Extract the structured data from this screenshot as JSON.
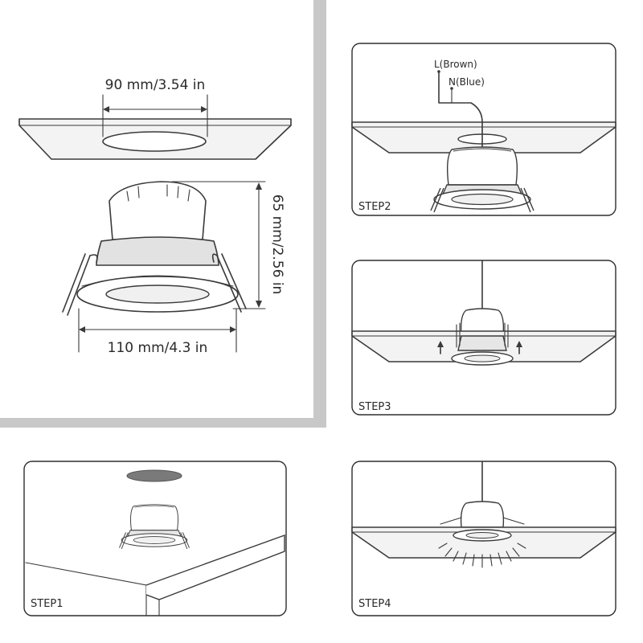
{
  "dimensions": {
    "cutout": "90 mm/3.54 in",
    "height": "65 mm/2.56 in",
    "outer": "110 mm/4.3 in"
  },
  "wiring": {
    "live": "L(Brown)",
    "neutral": "N(Blue)"
  },
  "steps": [
    {
      "label": "STEP1"
    },
    {
      "label": "STEP2"
    },
    {
      "label": "STEP3"
    },
    {
      "label": "STEP4"
    }
  ],
  "colors": {
    "frame_gray": "#c8c8c8",
    "line": "#3a3a3a",
    "hole": "#7a7a7a"
  }
}
